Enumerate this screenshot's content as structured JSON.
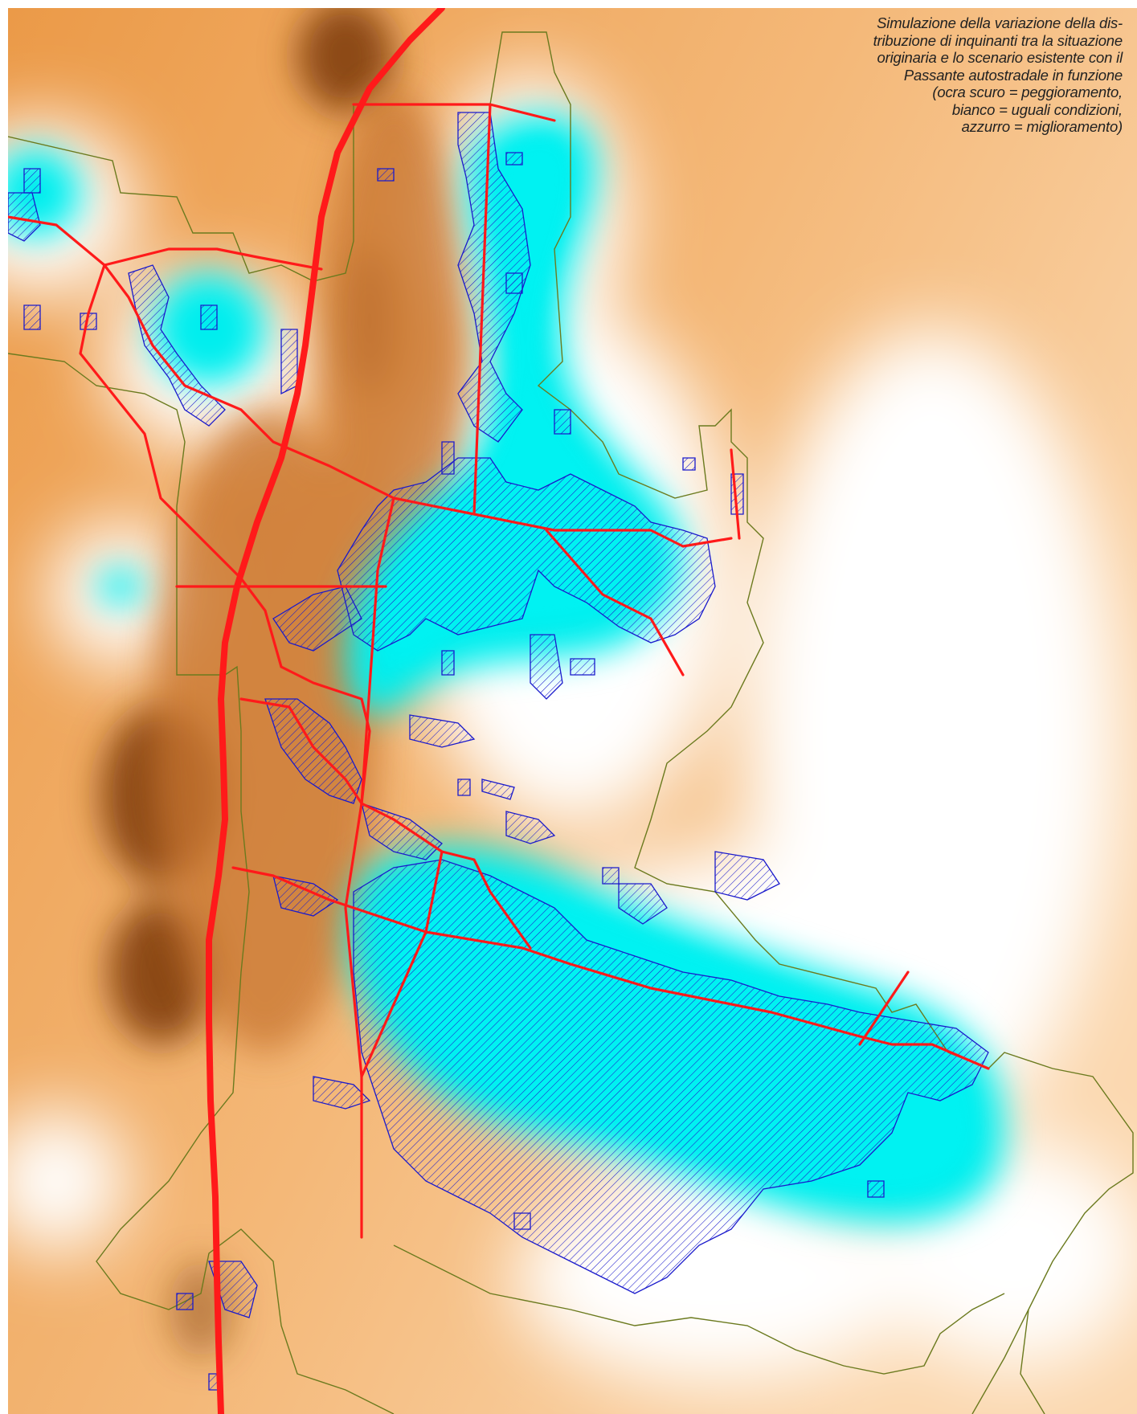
{
  "caption": {
    "lines": [
      "Simulazione della variazione della dis-",
      "tribuzione di inquinanti tra la situazione",
      "originaria e lo scenario esistente con il",
      "Passante autostradale in funzione",
      "(ocra scuro = peggioramento,",
      "bianco = uguali condizioni,",
      "azzurro = miglioramento)"
    ]
  },
  "colors": {
    "ocra_medio": "#f0a85a",
    "ocra_scuro": "#8c4a14",
    "bianco": "#ffffff",
    "azzurro": "#00eeee",
    "strade": "#ff1a1a",
    "confini": "#6b7a1e",
    "tratteggio": "#1a1acc",
    "didascalia": "#222222"
  }
}
